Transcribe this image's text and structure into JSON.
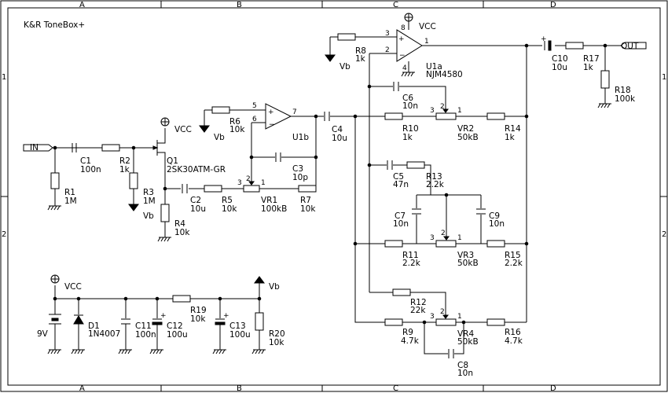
{
  "title": "K&R ToneBox+",
  "frame": {
    "columns": [
      "A",
      "B",
      "C",
      "D"
    ],
    "rows": [
      "1",
      "2"
    ]
  },
  "ports": {
    "in": "IN",
    "out": "OUT"
  },
  "power": {
    "vcc": "VCC",
    "vb": "Vb",
    "battery": "9V"
  },
  "opamp": {
    "u1a": {
      "ref": "U1a",
      "part": "NJM4580",
      "pin_in_plus": "3",
      "pin_in_minus": "2",
      "pin_out": "1",
      "pin_v_plus": "8",
      "pin_v_minus": "4"
    },
    "u1b": {
      "ref": "U1b",
      "pin_in_plus": "5",
      "pin_in_minus": "6",
      "pin_out": "7"
    }
  },
  "transistor": {
    "ref": "Q1",
    "part": "2SK30ATM-GR"
  },
  "diode": {
    "ref": "D1",
    "part": "1N4007"
  },
  "resistors": {
    "R1": "1M",
    "R2": "1k",
    "R3": "1M",
    "R4": "10k",
    "R5": "10k",
    "R6": "10k",
    "R7": "10k",
    "R8": "1k",
    "R9": "4.7k",
    "R10": "1k",
    "R11": "2.2k",
    "R12": "22k",
    "R13": "2.2k",
    "R14": "1k",
    "R15": "2.2k",
    "R16": "4.7k",
    "R17": "1k",
    "R18": "100k",
    "R19": "10k",
    "R20": "10k"
  },
  "capacitors": {
    "C1": "100n",
    "C2": "10u",
    "C3": "10p",
    "C4": "10u",
    "C5": "47n",
    "C6": "10n",
    "C7": "10n",
    "C8": "10n",
    "C9": "10n",
    "C10": "10u",
    "C11": "100n",
    "C12": "100u",
    "C13": "100u"
  },
  "pots": {
    "VR1": "100kB",
    "VR2": "50kB",
    "VR3": "50kB",
    "VR4": "50kB"
  },
  "pot_pins": {
    "a": "3",
    "wiper": "2",
    "b": "1"
  }
}
